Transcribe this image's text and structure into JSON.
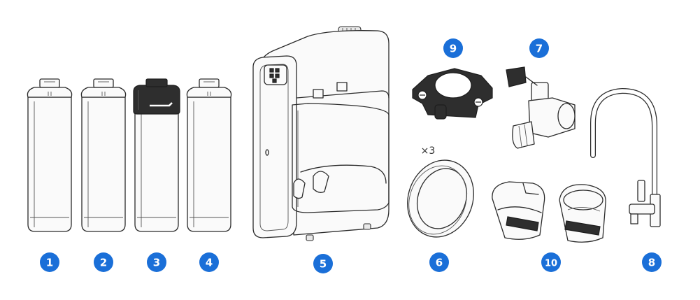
{
  "colors": {
    "badge": "#1a6fd8",
    "badge_text": "#ffffff",
    "line": "#2b2b2b",
    "dark_part": "#2e2e2e"
  },
  "parts": [
    {
      "label": "1",
      "name": "filter-cartridge"
    },
    {
      "label": "2",
      "name": "filter-cartridge"
    },
    {
      "label": "3",
      "name": "filter-cartridge-dark-cap"
    },
    {
      "label": "4",
      "name": "filter-cartridge"
    },
    {
      "label": "5",
      "name": "purifier-main-unit"
    },
    {
      "label": "6",
      "name": "sealing-ring",
      "quantity": "×3"
    },
    {
      "label": "7",
      "name": "tee-valve"
    },
    {
      "label": "8",
      "name": "faucet"
    },
    {
      "label": "9",
      "name": "drain-saddle-clamp"
    },
    {
      "label": "10",
      "name": "tube-connectors"
    }
  ]
}
